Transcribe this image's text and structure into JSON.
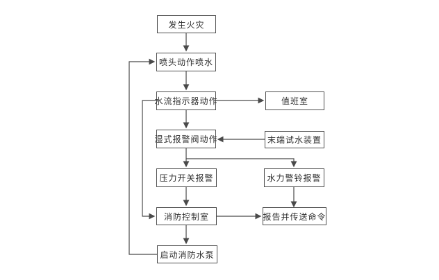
{
  "diagram": {
    "type": "flowchart",
    "nodes": {
      "fire": {
        "label": "发生火灾"
      },
      "sprinkler": {
        "label": "喷头动作喷水"
      },
      "flow_indicator": {
        "label": "水流指示器动作"
      },
      "duty_room": {
        "label": "值班室"
      },
      "wet_valve": {
        "label": "湿式报警阀动作"
      },
      "end_test_device": {
        "label": "末端试水装置"
      },
      "pressure_switch": {
        "label": "压力开关报警"
      },
      "hydraulic_bell": {
        "label": "水力警铃报警"
      },
      "control_room": {
        "label": "消防控制室"
      },
      "report_command": {
        "label": "报告并传送命令"
      },
      "fire_pump": {
        "label": "启动消防水泵"
      }
    },
    "edges": [
      {
        "from": "fire",
        "to": "sprinkler"
      },
      {
        "from": "sprinkler",
        "to": "flow_indicator"
      },
      {
        "from": "flow_indicator",
        "to": "duty_room"
      },
      {
        "from": "flow_indicator",
        "to": "wet_valve"
      },
      {
        "from": "end_test_device",
        "to": "wet_valve"
      },
      {
        "from": "wet_valve",
        "to": "pressure_switch"
      },
      {
        "from": "wet_valve",
        "to": "hydraulic_bell"
      },
      {
        "from": "pressure_switch",
        "to": "control_room"
      },
      {
        "from": "hydraulic_bell",
        "to": "report_command"
      },
      {
        "from": "control_room",
        "to": "report_command"
      },
      {
        "from": "control_room",
        "to": "fire_pump"
      },
      {
        "from": "flow_indicator",
        "to": "control_room"
      },
      {
        "from": "fire_pump",
        "to": "sprinkler"
      }
    ],
    "colors": {
      "background": "#ffffff",
      "line": "#4a4a4a",
      "box_border": "#4d4d4d",
      "text": "#2e2e2e"
    }
  }
}
